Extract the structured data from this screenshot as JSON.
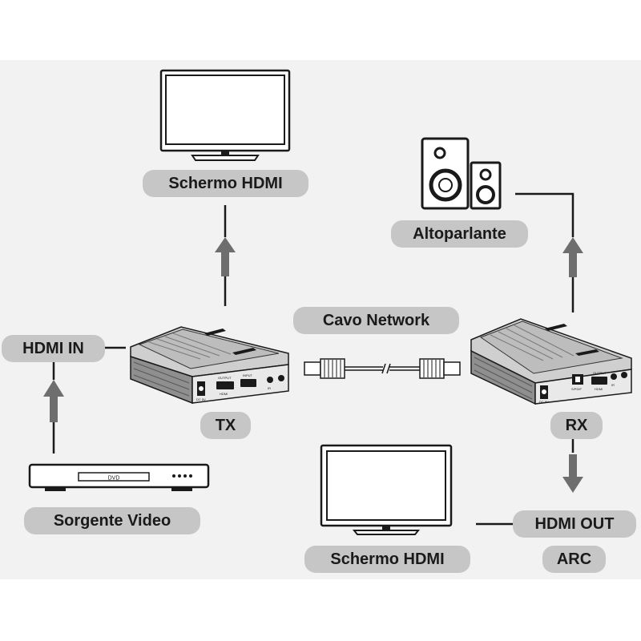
{
  "labels": {
    "hdmi_screen_top": "Schermo HDMI",
    "hdmi_in": "HDMI IN",
    "tx": "TX",
    "video_source": "Sorgente Video",
    "network_cable": "Cavo Network",
    "speaker": "Altoparlante",
    "rx": "RX",
    "hdmi_out": "HDMI OUT",
    "arc": "ARC",
    "hdmi_screen_bottom": "Schermo HDMI"
  },
  "device_marks": {
    "dvd": "DVD",
    "tx_port_output": "OUTPUT",
    "tx_port_input": "INPUT",
    "tx_port_hdmi": "HDMI",
    "tx_port_ir": "IR",
    "tx_dc": "DC 5V",
    "rx_port_spdif": "S/PDIF",
    "rx_port_output": "OUTPUT",
    "rx_port_hdmi": "HDMI",
    "rx_port_ir": "IR",
    "rx_dc": "DC 5V"
  },
  "colors": {
    "panel": "#f2f2f2",
    "pill": "#c6c6c6",
    "arrow": "#6e6e6e",
    "line": "#1a1a1a"
  }
}
